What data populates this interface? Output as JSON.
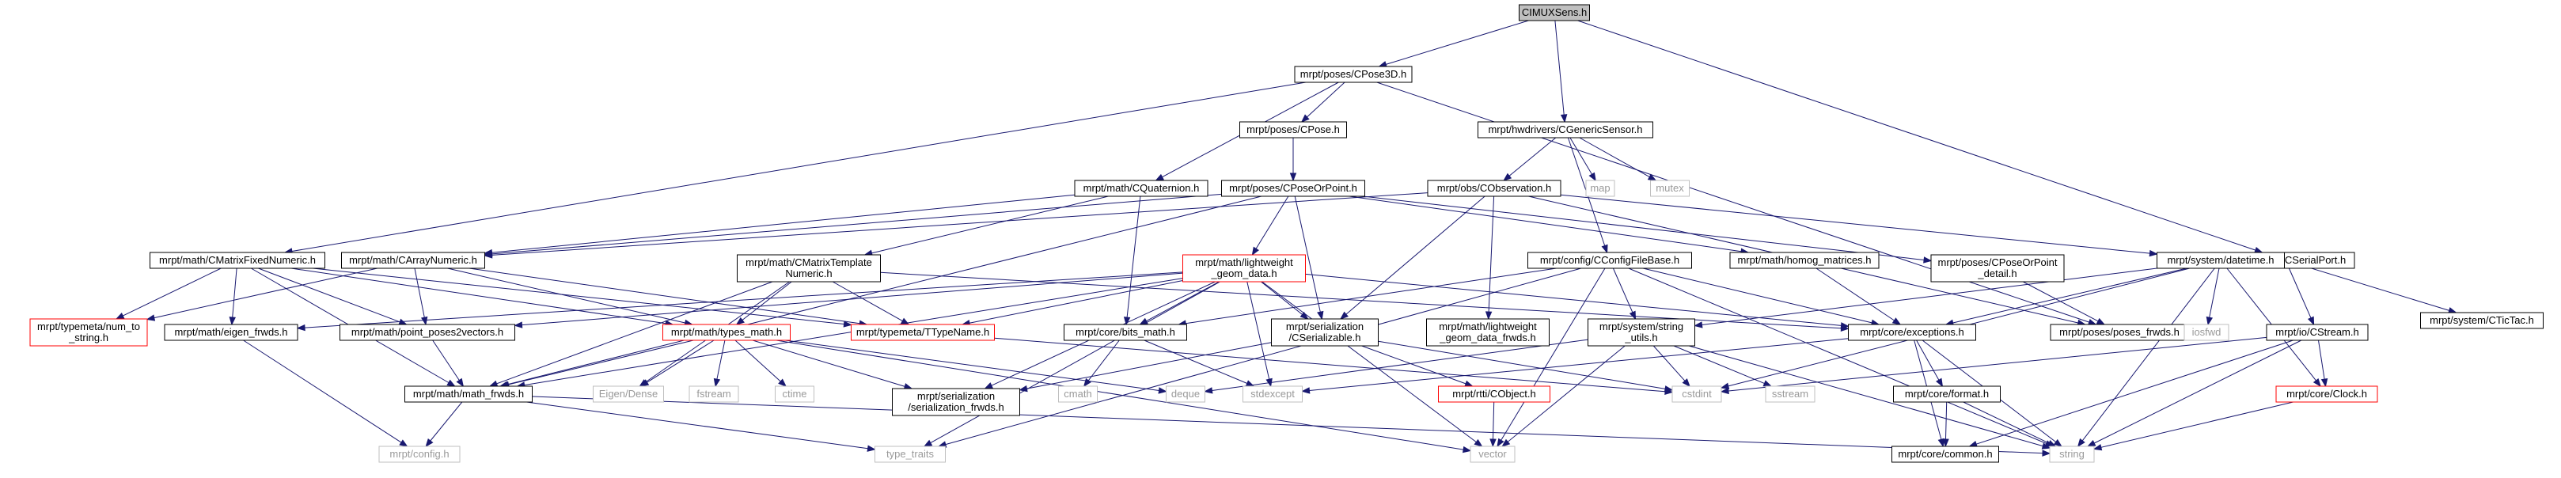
{
  "diagram": {
    "colors": {
      "edge": "#191970",
      "border_normal": "#000000",
      "border_missing": "#bfbfbf",
      "border_truncated": "#ff0000",
      "text_normal": "#000000",
      "text_missing": "#9a9a9a",
      "fill_root": "#bfbfbf",
      "fill_normal": "#ffffff"
    },
    "nodes": [
      {
        "id": "root",
        "lines": [
          "CIMUXSens.h"
        ],
        "style": "root"
      },
      {
        "id": "cpose3d",
        "lines": [
          "mrpt/poses/CPose3D.h"
        ],
        "style": "normal"
      },
      {
        "id": "cgenericsensor",
        "lines": [
          "mrpt/hwdrivers/CGenericSensor.h"
        ],
        "style": "normal"
      },
      {
        "id": "cserialport",
        "lines": [
          "mrpt/comms/CSerialPort.h"
        ],
        "style": "normal"
      },
      {
        "id": "cpose",
        "lines": [
          "mrpt/poses/CPose.h"
        ],
        "style": "normal"
      },
      {
        "id": "cquaternion",
        "lines": [
          "mrpt/math/CQuaternion.h"
        ],
        "style": "normal"
      },
      {
        "id": "cposeorpoint",
        "lines": [
          "mrpt/poses/CPoseOrPoint.h"
        ],
        "style": "normal"
      },
      {
        "id": "cobservation",
        "lines": [
          "mrpt/obs/CObservation.h"
        ],
        "style": "normal"
      },
      {
        "id": "map",
        "lines": [
          "map"
        ],
        "style": "missing"
      },
      {
        "id": "mutex",
        "lines": [
          "mutex"
        ],
        "style": "missing"
      },
      {
        "id": "cmatrixfixednumeric",
        "lines": [
          "mrpt/math/CMatrixFixedNumeric.h"
        ],
        "style": "normal"
      },
      {
        "id": "carraynumeric",
        "lines": [
          "mrpt/math/CArrayNumeric.h"
        ],
        "style": "normal"
      },
      {
        "id": "cmatrixtemplatenumeric",
        "lines": [
          "mrpt/math/CMatrixTemplate",
          "Numeric.h"
        ],
        "style": "normal"
      },
      {
        "id": "lightweightgeomdata",
        "lines": [
          "mrpt/math/lightweight",
          "_geom_data.h"
        ],
        "style": "truncated"
      },
      {
        "id": "cconfigfilebase",
        "lines": [
          "mrpt/config/CConfigFileBase.h"
        ],
        "style": "normal"
      },
      {
        "id": "homogmatrices",
        "lines": [
          "mrpt/math/homog_matrices.h"
        ],
        "style": "normal"
      },
      {
        "id": "cposeorpointdetail",
        "lines": [
          "mrpt/poses/CPoseOrPoint",
          "_detail.h"
        ],
        "style": "normal"
      },
      {
        "id": "datetime",
        "lines": [
          "mrpt/system/datetime.h"
        ],
        "style": "normal"
      },
      {
        "id": "ctictac",
        "lines": [
          "mrpt/system/CTicTac.h"
        ],
        "style": "normal"
      },
      {
        "id": "numtostring",
        "lines": [
          "mrpt/typemeta/num_to",
          "_string.h"
        ],
        "style": "truncated"
      },
      {
        "id": "eigenfwds",
        "lines": [
          "mrpt/math/eigen_frwds.h"
        ],
        "style": "normal"
      },
      {
        "id": "pointposes2vectors",
        "lines": [
          "mrpt/math/point_poses2vectors.h"
        ],
        "style": "normal"
      },
      {
        "id": "typesmath",
        "lines": [
          "mrpt/math/types_math.h"
        ],
        "style": "truncated"
      },
      {
        "id": "ttypename",
        "lines": [
          "mrpt/typemeta/TTypeName.h"
        ],
        "style": "truncated"
      },
      {
        "id": "bitsmath",
        "lines": [
          "mrpt/core/bits_math.h"
        ],
        "style": "normal"
      },
      {
        "id": "cserializable",
        "lines": [
          "mrpt/serialization",
          "/CSerializable.h"
        ],
        "style": "normal"
      },
      {
        "id": "lightweightgeomdatafrwds",
        "lines": [
          "mrpt/math/lightweight",
          "_geom_data_frwds.h"
        ],
        "style": "normal"
      },
      {
        "id": "stringutils",
        "lines": [
          "mrpt/system/string",
          "_utils.h"
        ],
        "style": "normal"
      },
      {
        "id": "exceptions",
        "lines": [
          "mrpt/core/exceptions.h"
        ],
        "style": "normal"
      },
      {
        "id": "posesfrwds",
        "lines": [
          "mrpt/poses/poses_frwds.h"
        ],
        "style": "normal"
      },
      {
        "id": "iosfwd",
        "lines": [
          "iosfwd"
        ],
        "style": "missing"
      },
      {
        "id": "cstream",
        "lines": [
          "mrpt/io/CStream.h"
        ],
        "style": "normal"
      },
      {
        "id": "eigendense",
        "lines": [
          "Eigen/Dense"
        ],
        "style": "missing"
      },
      {
        "id": "fstream",
        "lines": [
          "fstream"
        ],
        "style": "missing"
      },
      {
        "id": "ctime",
        "lines": [
          "ctime"
        ],
        "style": "missing"
      },
      {
        "id": "cmath",
        "lines": [
          "cmath"
        ],
        "style": "missing"
      },
      {
        "id": "deque",
        "lines": [
          "deque"
        ],
        "style": "missing"
      },
      {
        "id": "stdexcept",
        "lines": [
          "stdexcept"
        ],
        "style": "missing"
      },
      {
        "id": "serializationfrwds",
        "lines": [
          "mrpt/serialization",
          "/serialization_frwds.h"
        ],
        "style": "normal"
      },
      {
        "id": "crtticobject",
        "lines": [
          "mrpt/rtti/CObject.h"
        ],
        "style": "truncated"
      },
      {
        "id": "cstdint",
        "lines": [
          "cstdint"
        ],
        "style": "missing"
      },
      {
        "id": "sstream",
        "lines": [
          "sstream"
        ],
        "style": "missing"
      },
      {
        "id": "coreformat",
        "lines": [
          "mrpt/core/format.h"
        ],
        "style": "normal"
      },
      {
        "id": "cclock",
        "lines": [
          "mrpt/core/Clock.h"
        ],
        "style": "truncated"
      },
      {
        "id": "mathfrwds",
        "lines": [
          "mrpt/math/math_frwds.h"
        ],
        "style": "normal"
      },
      {
        "id": "config",
        "lines": [
          "mrpt/config.h"
        ],
        "style": "missing"
      },
      {
        "id": "typetraits",
        "lines": [
          "type_traits"
        ],
        "style": "missing"
      },
      {
        "id": "vector",
        "lines": [
          "vector"
        ],
        "style": "missing"
      },
      {
        "id": "corecommon",
        "lines": [
          "mrpt/core/common.h"
        ],
        "style": "normal"
      },
      {
        "id": "string",
        "lines": [
          "string"
        ],
        "style": "missing"
      }
    ],
    "edges": [
      [
        "root",
        "cpose3d"
      ],
      [
        "root",
        "cgenericsensor"
      ],
      [
        "root",
        "cserialport"
      ],
      [
        "cpose3d",
        "cpose"
      ],
      [
        "cpose3d",
        "cquaternion"
      ],
      [
        "cpose3d",
        "cmatrixfixednumeric"
      ],
      [
        "cpose3d",
        "posesfrwds"
      ],
      [
        "cpose",
        "cposeorpoint"
      ],
      [
        "cgenericsensor",
        "cobservation"
      ],
      [
        "cgenericsensor",
        "map"
      ],
      [
        "cgenericsensor",
        "mutex"
      ],
      [
        "cgenericsensor",
        "cconfigfilebase"
      ],
      [
        "cserialport",
        "cstream"
      ],
      [
        "cserialport",
        "ctictac"
      ],
      [
        "cquaternion",
        "carraynumeric"
      ],
      [
        "cquaternion",
        "cmatrixtemplatenumeric"
      ],
      [
        "cquaternion",
        "bitsmath"
      ],
      [
        "cposeorpoint",
        "lightweightgeomdata"
      ],
      [
        "cposeorpoint",
        "cserializable"
      ],
      [
        "cposeorpoint",
        "homogmatrices"
      ],
      [
        "cposeorpoint",
        "cposeorpointdetail"
      ],
      [
        "cposeorpoint",
        "carraynumeric"
      ],
      [
        "cposeorpoint",
        "mathfrwds"
      ],
      [
        "cobservation",
        "cserializable"
      ],
      [
        "cobservation",
        "lightweightgeomdatafrwds"
      ],
      [
        "cobservation",
        "datetime"
      ],
      [
        "cobservation",
        "posesfrwds"
      ],
      [
        "cobservation",
        "carraynumeric"
      ],
      [
        "cmatrixfixednumeric",
        "numtostring"
      ],
      [
        "cmatrixfixednumeric",
        "eigenfwds"
      ],
      [
        "cmatrixfixednumeric",
        "pointposes2vectors"
      ],
      [
        "cmatrixfixednumeric",
        "typesmath"
      ],
      [
        "cmatrixfixednumeric",
        "ttypename"
      ],
      [
        "cmatrixfixednumeric",
        "mathfrwds"
      ],
      [
        "carraynumeric",
        "numtostring"
      ],
      [
        "carraynumeric",
        "pointposes2vectors"
      ],
      [
        "carraynumeric",
        "typesmath"
      ],
      [
        "carraynumeric",
        "ttypename"
      ],
      [
        "cmatrixtemplatenumeric",
        "typesmath"
      ],
      [
        "cmatrixtemplatenumeric",
        "ttypename"
      ],
      [
        "cmatrixtemplatenumeric",
        "mathfrwds"
      ],
      [
        "cmatrixtemplatenumeric",
        "exceptions"
      ],
      [
        "cmatrixtemplatenumeric",
        "eigendense"
      ],
      [
        "lightweightgeomdata",
        "ttypename"
      ],
      [
        "lightweightgeomdata",
        "bitsmath"
      ],
      [
        "lightweightgeomdata",
        "cserializable"
      ],
      [
        "lightweightgeomdata",
        "exceptions"
      ],
      [
        "lightweightgeomdata",
        "eigenfwds"
      ],
      [
        "lightweightgeomdata",
        "pointposes2vectors"
      ],
      [
        "lightweightgeomdata",
        "mathfrwds"
      ],
      [
        "lightweightgeomdata",
        "serializationfrwds"
      ],
      [
        "lightweightgeomdata",
        "stdexcept"
      ],
      [
        "lightweightgeomdata",
        "typetraits"
      ],
      [
        "lightweightgeomdata",
        "vector"
      ],
      [
        "cconfigfilebase",
        "stringutils"
      ],
      [
        "cconfigfilebase",
        "exceptions"
      ],
      [
        "cconfigfilebase",
        "bitsmath"
      ],
      [
        "cconfigfilebase",
        "typetraits"
      ],
      [
        "cconfigfilebase",
        "vector"
      ],
      [
        "cconfigfilebase",
        "string"
      ],
      [
        "homogmatrices",
        "exceptions"
      ],
      [
        "cposeorpointdetail",
        "posesfrwds"
      ],
      [
        "datetime",
        "exceptions"
      ],
      [
        "datetime",
        "iosfwd"
      ],
      [
        "datetime",
        "cstdint"
      ],
      [
        "datetime",
        "string"
      ],
      [
        "datetime",
        "cclock"
      ],
      [
        "datetime",
        "stringutils"
      ],
      [
        "eigenfwds",
        "config"
      ],
      [
        "pointposes2vectors",
        "mathfrwds"
      ],
      [
        "typesmath",
        "eigendense"
      ],
      [
        "typesmath",
        "fstream"
      ],
      [
        "typesmath",
        "ctime"
      ],
      [
        "typesmath",
        "mathfrwds"
      ],
      [
        "typesmath",
        "serializationfrwds"
      ],
      [
        "typesmath",
        "deque"
      ],
      [
        "typesmath",
        "vector"
      ],
      [
        "ttypename",
        "cstdint"
      ],
      [
        "bitsmath",
        "cmath"
      ],
      [
        "bitsmath",
        "stdexcept"
      ],
      [
        "cserializable",
        "crtticobject"
      ],
      [
        "cserializable",
        "serializationfrwds"
      ],
      [
        "cserializable",
        "cstdint"
      ],
      [
        "stringutils",
        "deque"
      ],
      [
        "stringutils",
        "cstdint"
      ],
      [
        "stringutils",
        "sstream"
      ],
      [
        "stringutils",
        "vector"
      ],
      [
        "stringutils",
        "string"
      ],
      [
        "exceptions",
        "coreformat"
      ],
      [
        "exceptions",
        "stdexcept"
      ],
      [
        "exceptions",
        "corecommon"
      ],
      [
        "exceptions",
        "string"
      ],
      [
        "cstream",
        "cstdint"
      ],
      [
        "cstream",
        "corecommon"
      ],
      [
        "cstream",
        "string"
      ],
      [
        "cstream",
        "cclock"
      ],
      [
        "crtticobject",
        "vector"
      ],
      [
        "coreformat",
        "corecommon"
      ],
      [
        "coreformat",
        "string"
      ],
      [
        "cclock",
        "string"
      ],
      [
        "mathfrwds",
        "config"
      ],
      [
        "mathfrwds",
        "typetraits"
      ],
      [
        "mathfrwds",
        "string"
      ]
    ]
  }
}
